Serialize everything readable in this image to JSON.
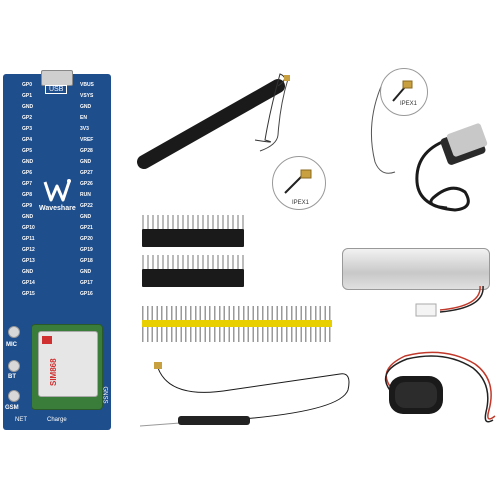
{
  "board": {
    "usb_label": "USB",
    "brand": "Waveshare",
    "left_pins": [
      "GP0",
      "GP1",
      "GND",
      "GP2",
      "GP3",
      "GP4",
      "GP5",
      "GND",
      "GP6",
      "GP7",
      "GP8",
      "GP9",
      "GND",
      "GP10",
      "GP11",
      "GP12",
      "GP13",
      "GND",
      "GP14",
      "GP15"
    ],
    "right_pins": [
      "VBUS",
      "VSYS",
      "GND",
      "EN",
      "3V3",
      "VREF",
      "GP28",
      "GND",
      "GP27",
      "GP26",
      "RUN",
      "GP22",
      "GND",
      "GP21",
      "GP20",
      "GP19",
      "GP18",
      "GND",
      "GP17",
      "GP16"
    ],
    "side_labels": [
      "MIC",
      "BT",
      "GSM"
    ],
    "bottom_labels": [
      "NET",
      "Charge",
      "GNSS"
    ],
    "module_name": "SIM868"
  },
  "callouts": {
    "ipex_left": "IPEX1",
    "ipex_right": "IPEX1"
  },
  "colors": {
    "board_blue": "#1f4e8c",
    "module_green": "#3a7d3a",
    "header_black": "#1a1a1a",
    "header_yellow": "#e8d000",
    "battery_silver": "#d8d8d8",
    "wire_red": "#c0392b"
  }
}
